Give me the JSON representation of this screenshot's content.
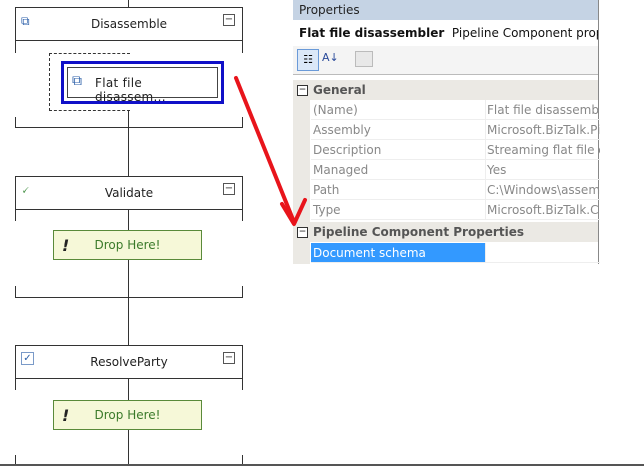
{
  "pipeline": {
    "stages": [
      {
        "name": "Disassemble",
        "icon": "disassemble-icon"
      },
      {
        "name": "Validate",
        "icon": "validate-icon"
      },
      {
        "name": "ResolveParty",
        "icon": "resolve-party-icon"
      }
    ],
    "component": {
      "label": "Flat file disassem...",
      "icon": "flat-file-disassembler-icon"
    },
    "drop_label": "Drop Here!"
  },
  "properties": {
    "title": "Properties",
    "object_name": "Flat file disassembler",
    "object_type": "Pipeline Component properties",
    "categories": [
      {
        "name": "General",
        "rows": [
          {
            "name": "(Name)",
            "value": "Flat file disassemble"
          },
          {
            "name": "Assembly",
            "value": "Microsoft.BizTalk.Pi"
          },
          {
            "name": "Description",
            "value": "Streaming flat file d"
          },
          {
            "name": "Managed",
            "value": "Yes"
          },
          {
            "name": "Path",
            "value": "C:\\Windows\\assem"
          },
          {
            "name": "Type",
            "value": "Microsoft.BizTalk.C"
          }
        ]
      },
      {
        "name": "Pipeline Component Properties",
        "rows": [
          {
            "name": "Document schema",
            "value": ""
          }
        ]
      }
    ],
    "selected_color": "#3399ff"
  },
  "annotation_color": "#e8141b"
}
